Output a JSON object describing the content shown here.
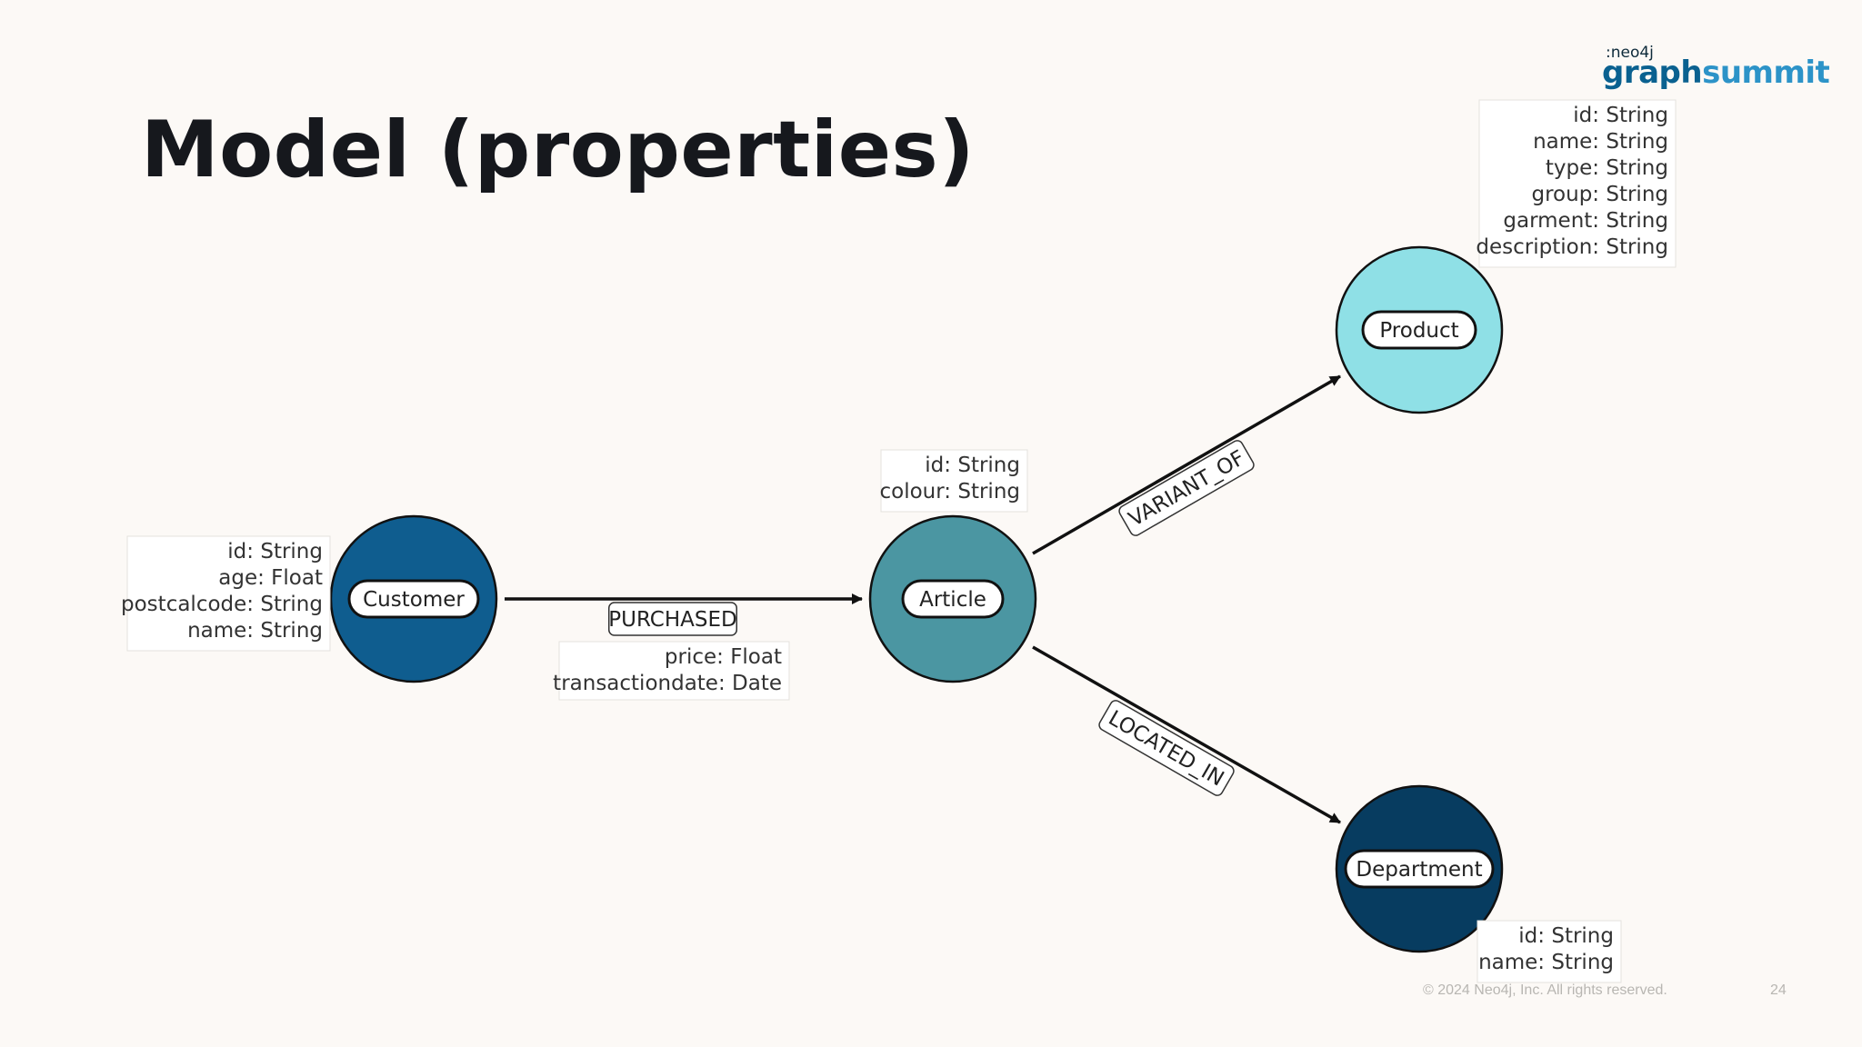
{
  "slide": {
    "title": "Model (properties)",
    "logo_small": ":neo4j",
    "logo_main_a": "graph",
    "logo_main_b": "summit",
    "footer": "© 2024 Neo4j, Inc. All rights reserved.",
    "page_number": "24"
  },
  "colors": {
    "customer": "#0f5d8f",
    "article": "#4b96a2",
    "product": "#8fe0e6",
    "department": "#073c60",
    "edge": "#111111"
  },
  "nodes": [
    {
      "id": "customer",
      "label": "Customer",
      "color_key": "customer",
      "properties": [
        "id: String",
        "age: Float",
        "postcalcode: String",
        "name: String"
      ]
    },
    {
      "id": "article",
      "label": "Article",
      "color_key": "article",
      "properties": [
        "id: String",
        "colour: String"
      ]
    },
    {
      "id": "product",
      "label": "Product",
      "color_key": "product",
      "properties": [
        "id: String",
        "name: String",
        "type: String",
        "group: String",
        "garment: String",
        "description: String"
      ]
    },
    {
      "id": "department",
      "label": "Department",
      "color_key": "department",
      "properties": [
        "id: String",
        "name: String"
      ]
    }
  ],
  "relationships": [
    {
      "id": "purchased",
      "label": "PURCHASED",
      "from": "customer",
      "to": "article",
      "properties": [
        "price: Float",
        "transactiondate: Date"
      ]
    },
    {
      "id": "variant_of",
      "label": "VARIANT_OF",
      "from": "article",
      "to": "product",
      "properties": []
    },
    {
      "id": "located_in",
      "label": "LOCATED_IN",
      "from": "article",
      "to": "department",
      "properties": []
    }
  ]
}
